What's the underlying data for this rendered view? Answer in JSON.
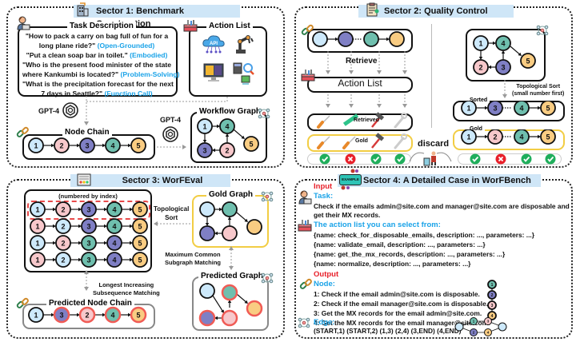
{
  "colors": {
    "c1": "#cde9fb",
    "c2": "#f7c8cb",
    "c3": "#7f7fc4",
    "c4": "#6fbfae",
    "c5": "#f9cc82",
    "title_bg": "#cfe6f7",
    "blue_text": "#1aa3e8",
    "red_text": "#e8202a",
    "gold_border": "#f2cd44",
    "check": "#1fae5b",
    "cross": "#e8202a",
    "pred_red": "#f05b55"
  },
  "sector1": {
    "title": "Sector 1: Benchmark Construction",
    "task_description": {
      "label": "Task Description",
      "items": [
        {
          "line1": "\"How to pack a carry on bag full of fun for a",
          "line2": "long plane ride?\"",
          "category": "(Open-Grounded)"
        },
        {
          "line1": "\"Put a clean soap bar in toilet.\"",
          "line2": "",
          "category": "(Embodied)"
        },
        {
          "line1": "\"Who is the present food minister of the state",
          "line2": "where Kankumbi is located?\"",
          "category": "(Problem-Solving)"
        },
        {
          "line1": "\"What is the precipitation forecast for the next",
          "line2": "7 days in Seattle?\"",
          "category": "(Function Call)"
        }
      ]
    },
    "action_list": {
      "label": "Action List",
      "api_label": "API"
    },
    "gpt_label_1": "GPT-4",
    "gpt_label_2": "GPT-4",
    "node_chain": {
      "label": "Node Chain",
      "nodes": [
        "1",
        "2",
        "3",
        "4",
        "5"
      ]
    },
    "workflow_graph": {
      "label": "Workflow Graph",
      "nodes": [
        "1",
        "4",
        "5",
        "3",
        "2"
      ]
    }
  },
  "sector2": {
    "title": "Sector 2: Quality Control",
    "retrieve_label": "Retrieve",
    "action_list_label": "Action List",
    "retrieved_label": "Retrieved",
    "gold_label": "Gold",
    "discard_label": "discard",
    "left_checks": [
      "check",
      "cross",
      "check",
      "check"
    ],
    "graph_nodes": [
      "1",
      "4",
      "5",
      "2",
      "3"
    ],
    "topo_sort_label_1": "Topological Sort",
    "topo_sort_label_2": "(small number first)",
    "sorted": {
      "label": "Sorted",
      "nodes": [
        "1",
        "3",
        "4",
        "5"
      ]
    },
    "gold": {
      "label": "Gold",
      "nodes": [
        "1",
        "2",
        "4",
        "5"
      ]
    },
    "right_checks": [
      "check",
      "cross",
      "check",
      "check"
    ]
  },
  "sector3": {
    "title": "Sector 3: WorFEval",
    "numbered_label": "(numbered by index)",
    "rows": [
      [
        "c1",
        "c2",
        "c3",
        "c4",
        "c5"
      ],
      [
        "c2",
        "c1",
        "c3",
        "c4",
        "c5"
      ],
      [
        "c1",
        "c2",
        "c4",
        "c3",
        "c5"
      ],
      [
        "c2",
        "c1",
        "c4",
        "c3",
        "c5"
      ]
    ],
    "row_numbers": [
      "1",
      "2",
      "3",
      "4",
      "5"
    ],
    "topo_label_1": "Topological",
    "topo_label_2": "Sort",
    "gold_graph_label": "Gold Graph",
    "mcs_label_1": "Maximum Common",
    "mcs_label_2": "Subgraph Matching",
    "predicted_graph_label": "Predicted Graph",
    "lis_label_1": "Longest Increasing",
    "lis_label_2": "Subsequence Matching",
    "predicted_chain": {
      "label": "Predicted Node Chain",
      "nodes": [
        {
          "num": "1",
          "color": "c1"
        },
        {
          "num": "3",
          "color": "c3"
        },
        {
          "num": "2",
          "color": "c2"
        },
        {
          "num": "4",
          "color": "c4"
        },
        {
          "num": "5",
          "color": "c5"
        }
      ]
    }
  },
  "sector4": {
    "title": "Sector 4: A Detailed Case in WorFBench",
    "badge": "EXAMPLE",
    "input_label": "Input",
    "task_label": "Task:",
    "task_line1": "Check if the emails admin@site.com and manager@site.com are disposable and",
    "task_line2": "get their MX records.",
    "action_list_label": "The action list you can select from:",
    "actions": [
      "{name: check_for_disposable_emails, description: ..., parameters: ...}",
      "{name: validate_email, description: ..., parameters: ...}",
      "{name: get_the_mx_records, description: ..., parameters: ...}",
      "{name: normalize, description: ..., parameters: ...}"
    ],
    "output_label": "Output",
    "node_label": "Node:",
    "nodes": [
      "1: Check if the email admin@site.com is disposable.",
      "2: Check if the email manager@site.com is disposable.",
      "3: Get the MX records for the email admin@site.com.",
      "4: Get the MX records for the email manager@site.com."
    ],
    "edge_label": "Edge:",
    "edges": "(START,1) (START,2) (1,3) (2,4) (3,END) (4,END)"
  }
}
